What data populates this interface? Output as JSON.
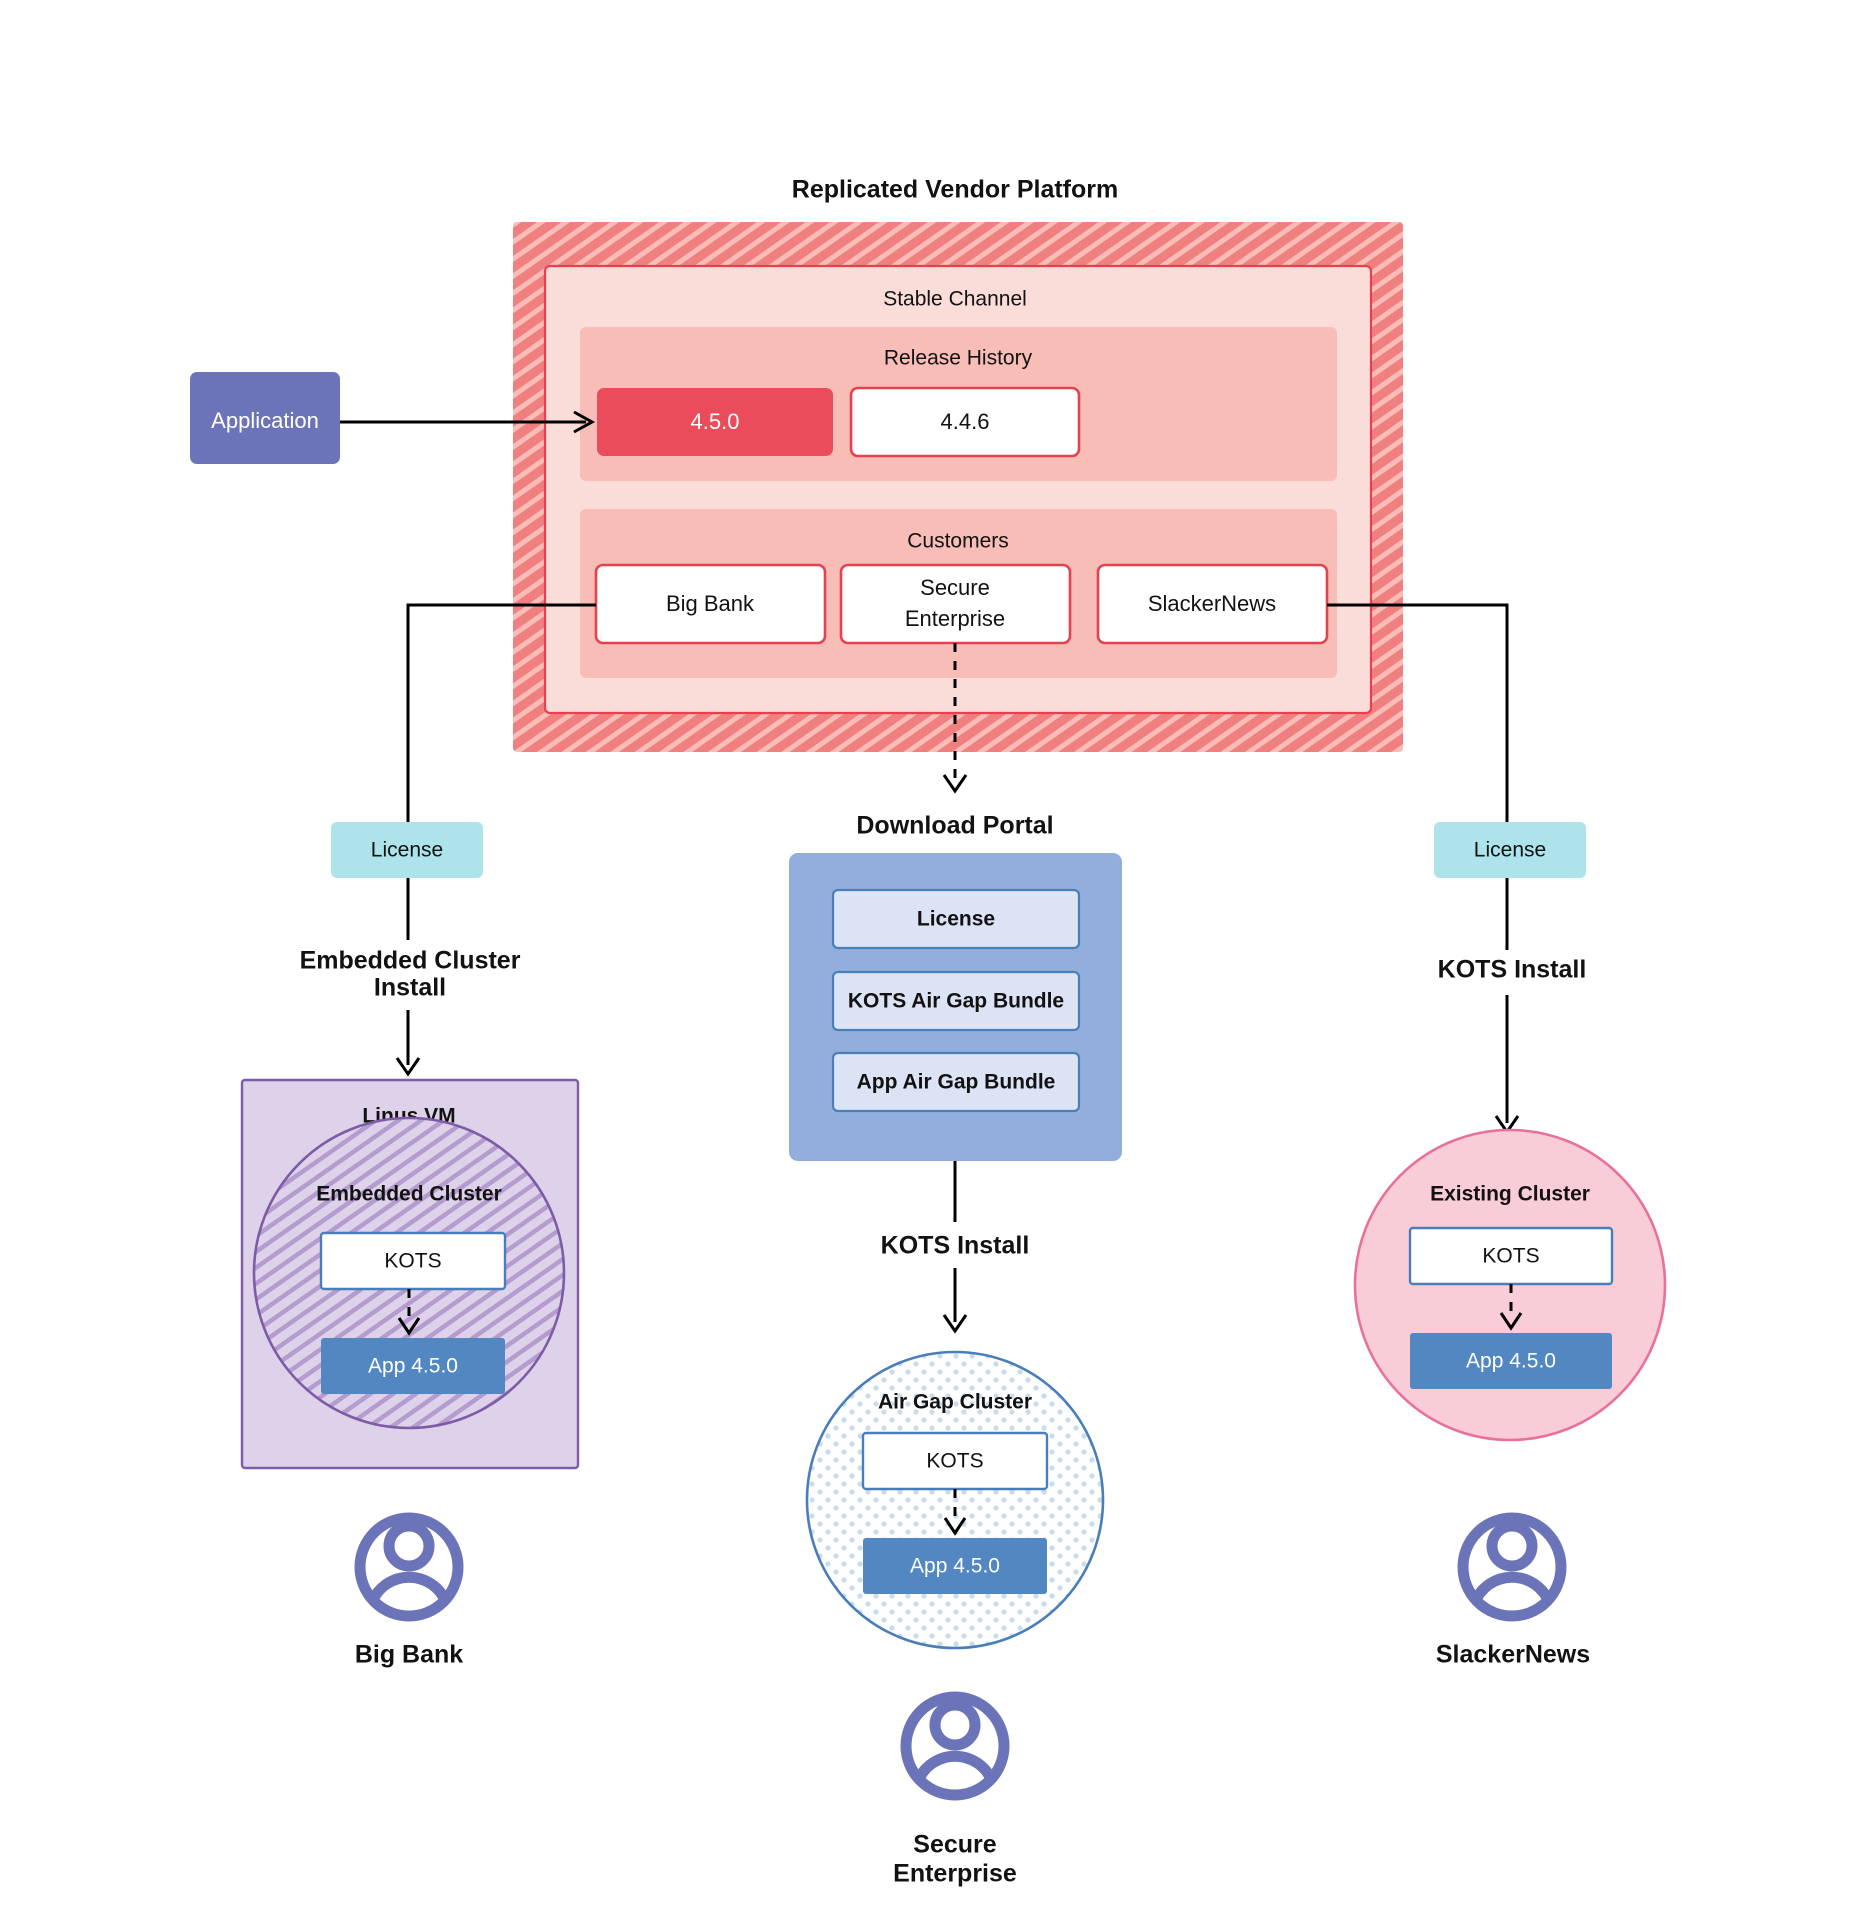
{
  "platform": {
    "title": "Replicated Vendor Platform",
    "channel_label": "Stable Channel",
    "release_history_label": "Release History",
    "releases": [
      {
        "version": "4.5.0",
        "state": "current"
      },
      {
        "version": "4.4.6",
        "state": "previous"
      }
    ],
    "customers_label": "Customers",
    "customers": [
      {
        "name": "Big Bank"
      },
      {
        "name": "Secure\nEnterprise",
        "line1": "Secure",
        "line2": "Enterprise"
      },
      {
        "name": "SlackerNews"
      }
    ]
  },
  "application": {
    "label": "Application"
  },
  "download_portal": {
    "title": "Download  Portal",
    "items": [
      {
        "label": "License"
      },
      {
        "label": "KOTS Air Gap Bundle"
      },
      {
        "label": "App Air Gap Bundle"
      }
    ]
  },
  "branches": {
    "left": {
      "license_label": "License",
      "install_label_line1": "Embedded Cluster",
      "install_label_line2": "Install",
      "host_label": "Linus VM",
      "cluster_label": "Embedded Cluster",
      "kots_label": "KOTS",
      "app_label": "App 4.5.0",
      "customer_label": "Big Bank"
    },
    "middle": {
      "install_label": "KOTS Install",
      "cluster_label": "Air Gap Cluster",
      "kots_label": "KOTS",
      "app_label": "App 4.5.0",
      "customer_label_line1": "Secure",
      "customer_label_line2": "Enterprise"
    },
    "right": {
      "license_label": "License",
      "install_label": "KOTS Install",
      "cluster_label": "Existing Cluster",
      "kots_label": "KOTS",
      "app_label": "App 4.5.0",
      "customer_label": "SlackerNews"
    }
  },
  "colors": {
    "platform_hatch": "#f08080",
    "platform_hatch_stripe": "#f8b4b0",
    "channel_fill": "#fadcd9",
    "release_history_fill": "#f7bdb6",
    "release_current": "#ea4c5c",
    "release_border": "#e8404f",
    "customer_border": "#e8404f",
    "application_fill": "#6b74b8",
    "license_fill": "#ade3ea",
    "portal_fill": "#91aedd",
    "portal_item_fill": "#dce3f5",
    "portal_item_border": "#4a7ebb",
    "vm_fill": "#ddd2ea",
    "vm_border": "#7e5ba6",
    "embedded_circle_border": "#7e5ba6",
    "existing_cluster_fill": "#f9cdd7",
    "existing_cluster_border": "#e8719a",
    "airgap_border": "#4a7ebb",
    "app_fill": "#5287c2",
    "kots_border": "#4a7ebb",
    "avatar": "#6b74b8",
    "connector": "#000000"
  }
}
